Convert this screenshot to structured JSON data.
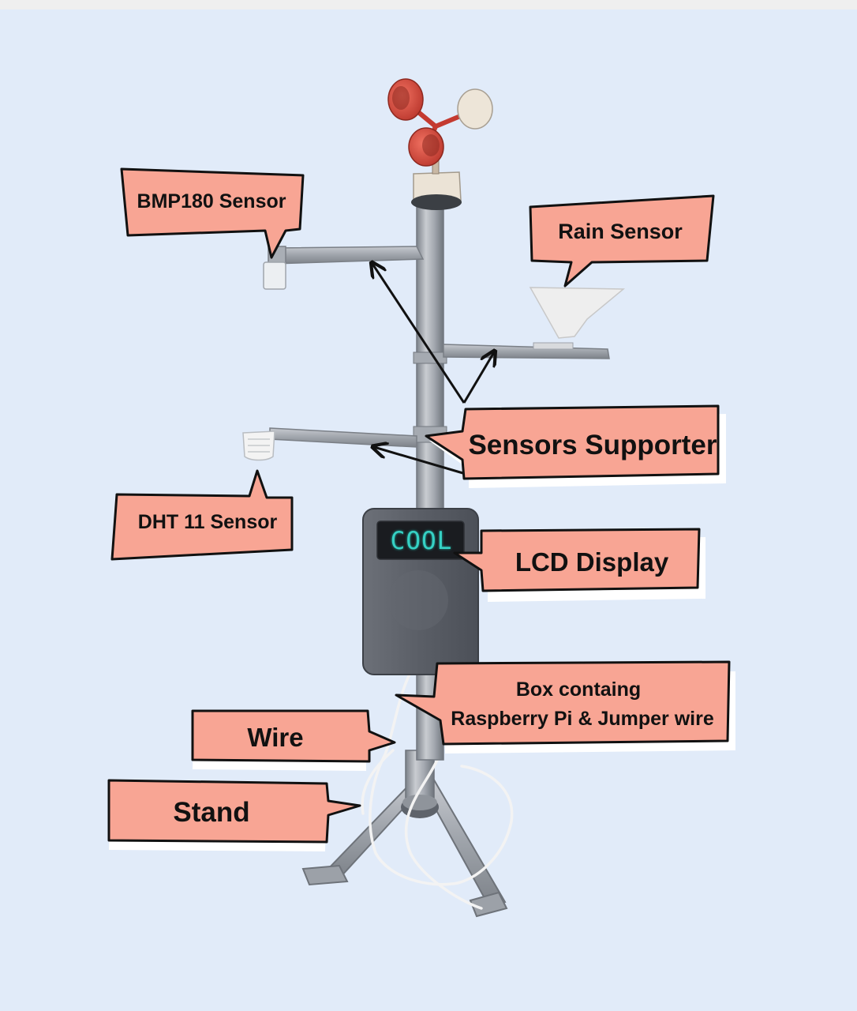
{
  "labels": {
    "bmp180": "BMP180 Sensor",
    "rain": "Rain Sensor",
    "supporter": "Sensors Supporter",
    "dht11": "DHT 11 Sensor",
    "lcd": "LCD Display",
    "box_line1": "Box containg",
    "box_line2": "Raspberry Pi  & Jumper wire",
    "wire": "Wire",
    "stand": "Stand"
  },
  "lcd_text": "COOL",
  "colors": {
    "background": "#e1ebf9",
    "callout_fill": "#f8a594",
    "callout_stroke": "#111111",
    "pole": "#9aa0a8",
    "anemometer_cup": "#d94a3d",
    "lcd_text": "#36d1c4"
  },
  "icons": [
    "anemometer-icon",
    "bmp180-sensor-icon",
    "rain-gauge-icon",
    "dht11-sensor-icon",
    "control-box-icon",
    "tripod-stand-icon"
  ]
}
